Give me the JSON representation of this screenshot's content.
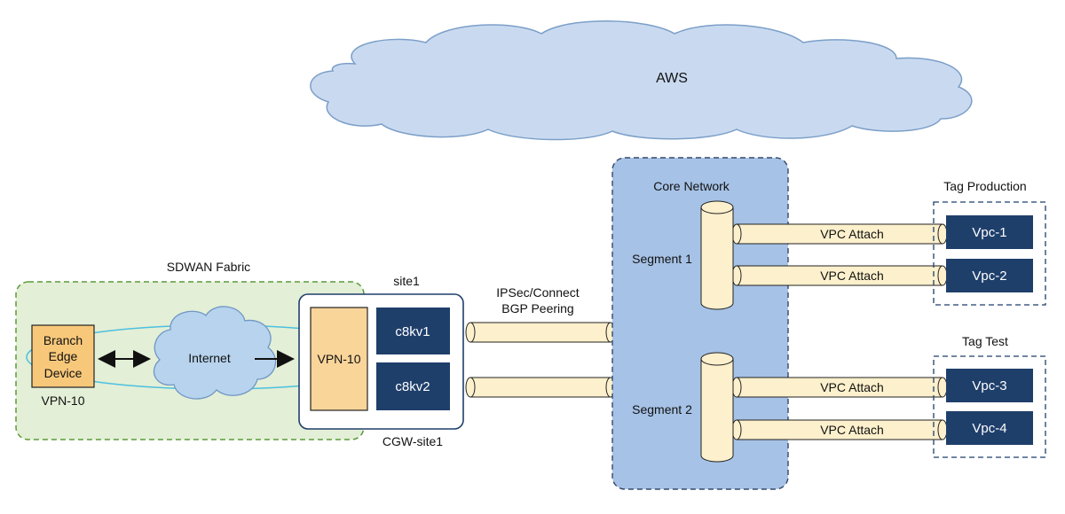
{
  "cloud": {
    "label": "AWS"
  },
  "sdwan": {
    "label": "SDWAN Fabric",
    "branch": {
      "line1": "Branch",
      "line2": "Edge",
      "line3": "Device",
      "vpn": "VPN-10"
    },
    "internet": "Internet"
  },
  "site": {
    "top_label": "site1",
    "bottom_label": "CGW-site1",
    "vpn": "VPN-10",
    "routers": [
      "c8kv1",
      "c8kv2"
    ]
  },
  "ipsec": {
    "line1": "IPSec/Connect",
    "line2": "BGP Peering"
  },
  "core": {
    "label": "Core Network",
    "segments": [
      "Segment 1",
      "Segment 2"
    ]
  },
  "attach_label": "VPC Attach",
  "tags": [
    {
      "label": "Tag Production",
      "vpcs": [
        "Vpc-1",
        "Vpc-2"
      ]
    },
    {
      "label": "Tag Test",
      "vpcs": [
        "Vpc-3",
        "Vpc-4"
      ]
    }
  ],
  "colors": {
    "cloud_fill": "#c9daf0",
    "sdwan_fill": "#e3efd6",
    "sdwan_border": "#5a9a3a",
    "branch_fill": "#f8c87a",
    "vpn_fill": "#fad59a",
    "router_fill": "#1f3f6b",
    "core_fill": "#a6c2e6",
    "tube_fill": "#fdf0cc",
    "internet_fill": "#b7d3ee",
    "link_color": "#4cc0e0"
  }
}
